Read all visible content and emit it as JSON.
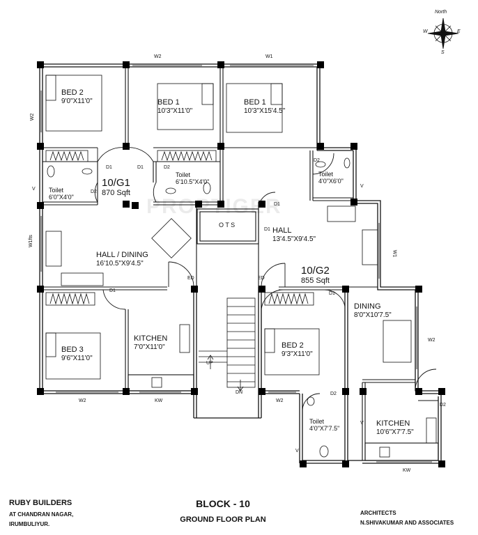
{
  "compass": {
    "north": "North",
    "east": "E",
    "west": "W",
    "south": "S"
  },
  "units": [
    {
      "id": "g1",
      "code": "10/G1",
      "area": "870 Sqft"
    },
    {
      "id": "g2",
      "code": "10/G2",
      "area": "855 Sqft"
    }
  ],
  "rooms": {
    "bed2_g1": {
      "name": "BED 2",
      "dim": "9'0\"X11'0\""
    },
    "bed1_a": {
      "name": "BED 1",
      "dim": "10'3\"X11'0\""
    },
    "bed1_b": {
      "name": "BED 1",
      "dim": "10'3\"X15'4.5\""
    },
    "toilet_g1a": {
      "name": "Toilet",
      "dim": "6'0\"X4'0\""
    },
    "toilet_g1b": {
      "name": "Toilet",
      "dim": "6'10.5\"X4'0\""
    },
    "toilet_g2a": {
      "name": "Toilet",
      "dim": "4'0\"X6'0\""
    },
    "hall_dining": {
      "name": "HALL / DINING",
      "dim": "16'10.5\"X9'4.5\""
    },
    "hall_g2": {
      "name": "HALL",
      "dim": "13'4.5\"X9'4.5\""
    },
    "ots": {
      "name": "O T S"
    },
    "bed3": {
      "name": "BED 3",
      "dim": "9'6\"X11'0\""
    },
    "kitchen_g1": {
      "name": "KITCHEN",
      "dim": "7'0\"X11'0\""
    },
    "bed2_g2": {
      "name": "BED 2",
      "dim": "9'3\"X11'0\""
    },
    "dining_g2": {
      "name": "DINING",
      "dim": "8'0\"X10'7.5\""
    },
    "toilet_g2b": {
      "name": "Toilet",
      "dim": "4'0\"X7'7.5\""
    },
    "kitchen_g2": {
      "name": "KITCHEN",
      "dim": "10'6\"X7'7.5\""
    }
  },
  "tags": {
    "w2_top": "W2",
    "w1_top": "W1",
    "w2_left": "W2",
    "v_left": "V",
    "w1fts_left": "W1fts",
    "d1_a": "D1",
    "d1_b": "D1",
    "d2_a": "D2",
    "d2_b": "D2",
    "d1_c": "D1",
    "d2_c": "D2",
    "v_c": "V",
    "d1_d": "D1",
    "d1_e": "D1",
    "ed_a": "ED",
    "ed_b": "ED",
    "d1_f": "D1",
    "w1_right": "W1",
    "w2_right": "W2",
    "d2_right": "D2",
    "d2_d": "D2",
    "v_d": "V",
    "w2_bottom_a": "W2",
    "kw_a": "KW",
    "w2_bottom_b": "W2",
    "kw_b": "KW",
    "up": "UP",
    "dn": "DN",
    "v_e": "V"
  },
  "footer": {
    "builder_name": "RUBY BUILDERS",
    "builder_addr1": "AT CHANDRAN NAGAR,",
    "builder_addr2": "IRUMBULIYUR.",
    "block": "BLOCK - 10",
    "plan_name": "GROUND FLOOR PLAN",
    "architects_label": "ARCHITECTS",
    "architects_name": "N.SHIVAKUMAR AND ASSOCIATES"
  },
  "watermark": "PROPTIGER"
}
